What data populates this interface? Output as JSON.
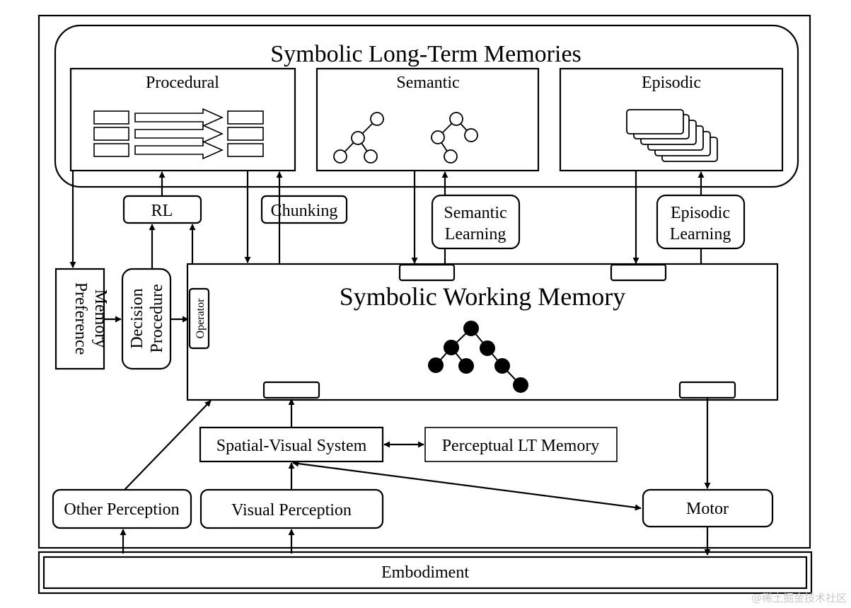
{
  "long_term": {
    "title": "Symbolic Long-Term Memories",
    "procedural": "Procedural",
    "semantic": "Semantic",
    "episodic": "Episodic"
  },
  "learning": {
    "rl": "RL",
    "chunking": "Chunking",
    "semantic_learning_1": "Semantic",
    "semantic_learning_2": "Learning",
    "episodic_learning_1": "Episodic",
    "episodic_learning_2": "Learning"
  },
  "decision": {
    "preference_1": "Preference",
    "preference_2": "Memory",
    "decision_1": "Decision",
    "decision_2": "Procedure",
    "operator": "Operator"
  },
  "working_memory": {
    "title": "Symbolic Working Memory"
  },
  "perception": {
    "spatial_visual": "Spatial-Visual System",
    "perceptual_lt": "Perceptual LT Memory",
    "other": "Other Perception",
    "visual": "Visual Perception",
    "motor": "Motor"
  },
  "embodiment": "Embodiment",
  "watermark": "@稀土掘金技术社区"
}
